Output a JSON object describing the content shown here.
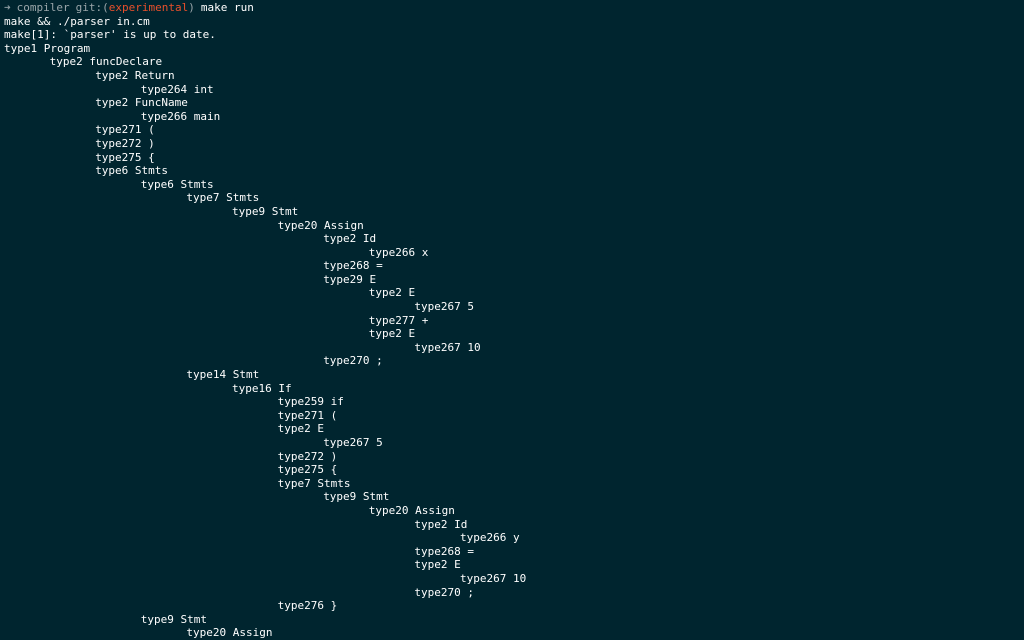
{
  "prompt": {
    "arrow": "➜",
    "dir": "compiler",
    "git_prefix": "git:(",
    "branch": "experimental",
    "git_suffix": ")",
    "command": "make run"
  },
  "colors": {
    "background": "#00252f",
    "text": "#ffffff",
    "branch": "#e8502c",
    "prompt": "#9aa6aa"
  },
  "lines": [
    {
      "level": 0,
      "text": "make && ./parser in.cm"
    },
    {
      "level": 0,
      "text": "make[1]: `parser' is up to date."
    },
    {
      "level": 0,
      "text": "type1 Program"
    },
    {
      "level": 1,
      "text": "type2 funcDeclare"
    },
    {
      "level": 2,
      "text": "type2 Return"
    },
    {
      "level": 3,
      "text": "type264 int"
    },
    {
      "level": 2,
      "text": "type2 FuncName"
    },
    {
      "level": 3,
      "text": "type266 main"
    },
    {
      "level": 2,
      "text": "type271 ("
    },
    {
      "level": 2,
      "text": "type272 )"
    },
    {
      "level": 2,
      "text": "type275 {"
    },
    {
      "level": 2,
      "text": "type6 Stmts"
    },
    {
      "level": 3,
      "text": "type6 Stmts"
    },
    {
      "level": 4,
      "text": "type7 Stmts"
    },
    {
      "level": 5,
      "text": "type9 Stmt"
    },
    {
      "level": 6,
      "text": "type20 Assign"
    },
    {
      "level": 7,
      "text": "type2 Id"
    },
    {
      "level": 8,
      "text": "type266 x"
    },
    {
      "level": 7,
      "text": "type268 ="
    },
    {
      "level": 7,
      "text": "type29 E"
    },
    {
      "level": 8,
      "text": "type2 E"
    },
    {
      "level": 9,
      "text": "type267 5"
    },
    {
      "level": 8,
      "text": "type277 +"
    },
    {
      "level": 8,
      "text": "type2 E"
    },
    {
      "level": 9,
      "text": "type267 10"
    },
    {
      "level": 7,
      "text": "type270 ;"
    },
    {
      "level": 4,
      "text": "type14 Stmt"
    },
    {
      "level": 5,
      "text": "type16 If"
    },
    {
      "level": 6,
      "text": "type259 if"
    },
    {
      "level": 6,
      "text": "type271 ("
    },
    {
      "level": 6,
      "text": "type2 E"
    },
    {
      "level": 7,
      "text": "type267 5"
    },
    {
      "level": 6,
      "text": "type272 )"
    },
    {
      "level": 6,
      "text": "type275 {"
    },
    {
      "level": 6,
      "text": "type7 Stmts"
    },
    {
      "level": 7,
      "text": "type9 Stmt"
    },
    {
      "level": 8,
      "text": "type20 Assign"
    },
    {
      "level": 9,
      "text": "type2 Id"
    },
    {
      "level": 10,
      "text": "type266 y"
    },
    {
      "level": 9,
      "text": "type268 ="
    },
    {
      "level": 9,
      "text": "type2 E"
    },
    {
      "level": 10,
      "text": "type267 10"
    },
    {
      "level": 9,
      "text": "type270 ;"
    },
    {
      "level": 6,
      "text": "type276 }"
    },
    {
      "level": 3,
      "text": "type9 Stmt"
    },
    {
      "level": 4,
      "text": "type20 Assign"
    }
  ]
}
